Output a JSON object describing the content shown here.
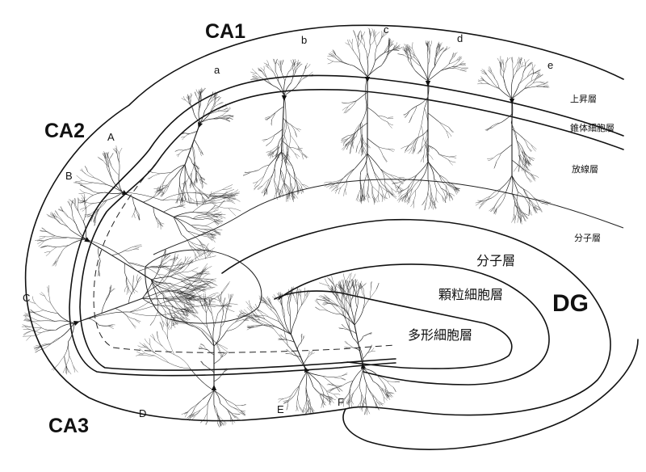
{
  "regions": {
    "ca1": "CA1",
    "ca2": "CA2",
    "ca3": "CA3",
    "dg": "DG"
  },
  "ca1_neurons": [
    "a",
    "b",
    "c",
    "d",
    "e"
  ],
  "ca3_neurons": [
    "A",
    "B",
    "C",
    "D",
    "E",
    "F"
  ],
  "ca_layers": {
    "oriens": "上昇層",
    "pyramidal": "錐体細胞層",
    "radiatum": "放線層",
    "molecular": "分子層"
  },
  "dg_layers": {
    "molecular": "分子層",
    "granule": "顆粒細胞層",
    "polymorphic": "多形細胞層"
  }
}
